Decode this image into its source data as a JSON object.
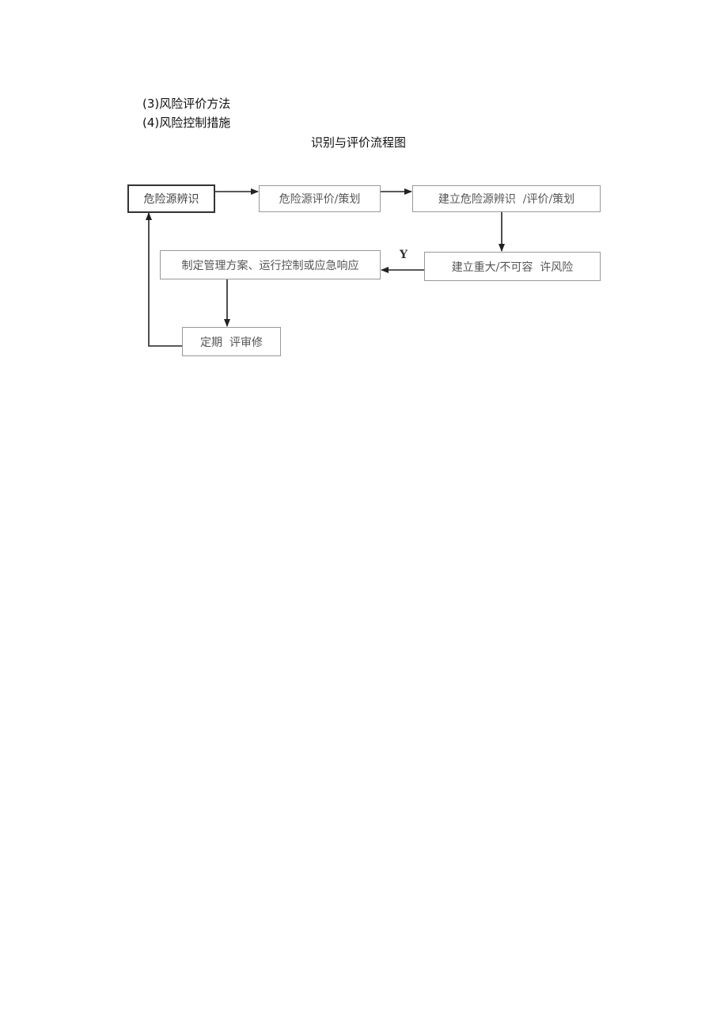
{
  "document": {
    "list_items": [
      {
        "number": "(3)",
        "text": "风险评价方法"
      },
      {
        "number": "(4)",
        "text": "风险控制措施"
      }
    ],
    "figure_title": "识别与评价流程图"
  },
  "flowchart": {
    "nodes": [
      {
        "id": "n1",
        "label": "危险源辨识"
      },
      {
        "id": "n2",
        "label": "危险源评价/策划"
      },
      {
        "id": "n3",
        "label": "建立危险源辨识  /评价/策划"
      },
      {
        "id": "n4",
        "label": "建立重大/不可容  许风险"
      },
      {
        "id": "n5",
        "label": "制定管理方案、运行控制或应急响应"
      },
      {
        "id": "n6",
        "label": "定期  评审修"
      }
    ],
    "edges": [
      {
        "from": "n1",
        "to": "n2"
      },
      {
        "from": "n2",
        "to": "n3"
      },
      {
        "from": "n3",
        "to": "n4"
      },
      {
        "from": "n4",
        "to": "n5",
        "label": "Y"
      },
      {
        "from": "n5",
        "to": "n6"
      },
      {
        "from": "n6",
        "to": "n1"
      }
    ]
  }
}
